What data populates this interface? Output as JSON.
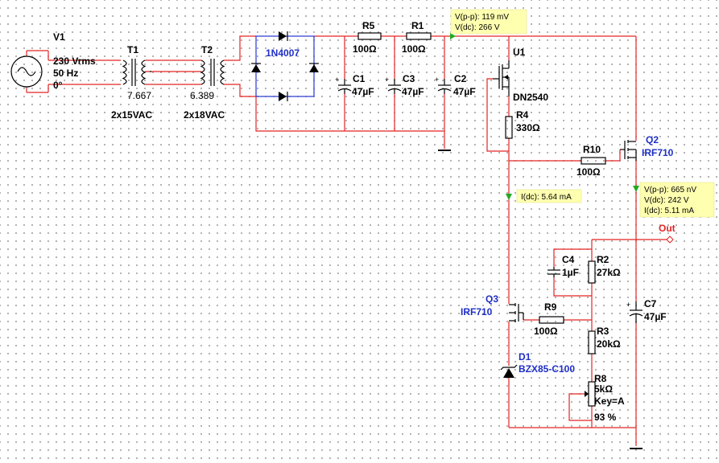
{
  "labels": {
    "v1": {
      "ref": "V1",
      "l1": "230 Vrms",
      "l2": "50 Hz",
      "l3": "0°"
    },
    "t1": {
      "ref": "T1",
      "ratio": "7.667",
      "desc": "2x15VAC"
    },
    "t2": {
      "ref": "T2",
      "ratio": "6.389",
      "desc": "2x18VAC"
    },
    "bridge": {
      "part": "1N4007"
    },
    "r5": {
      "ref": "R5",
      "val": "100Ω"
    },
    "r1": {
      "ref": "R1",
      "val": "100Ω"
    },
    "c1": {
      "ref": "C1",
      "val": "47µF"
    },
    "c3": {
      "ref": "C3",
      "val": "47µF"
    },
    "c2": {
      "ref": "C2",
      "val": "47µF"
    },
    "u1": {
      "ref": "U1",
      "part": "DN2540"
    },
    "r4": {
      "ref": "R4",
      "val": "330Ω"
    },
    "r10": {
      "ref": "R10",
      "val": "100Ω"
    },
    "q2": {
      "ref": "Q2",
      "part": "IRF710"
    },
    "c4": {
      "ref": "C4",
      "val": "1µF"
    },
    "r2": {
      "ref": "R2",
      "val": "27kΩ"
    },
    "q3": {
      "ref": "Q3",
      "part": "IRF710"
    },
    "r9": {
      "ref": "R9",
      "val": "100Ω"
    },
    "r3": {
      "ref": "R3",
      "val": "20kΩ"
    },
    "d1": {
      "ref": "D1",
      "part": "BZX85-C100"
    },
    "r8": {
      "ref": "R8",
      "val": "5kΩ",
      "key": "Key=A",
      "pct": "93 %"
    },
    "c7": {
      "ref": "C7",
      "val": "47µF"
    },
    "out": "Out"
  },
  "probes": {
    "p1": {
      "l1": "V(p-p): 119 mV",
      "l2": "V(dc): 266 V"
    },
    "p2": {
      "l1": "I(dc): 5.64 mA"
    },
    "p3": {
      "l1": "V(p-p): 665 nV",
      "l2": "V(dc): 242 V",
      "l3": "I(dc): 5.11 mA"
    }
  },
  "colors": {
    "wire": "#e32424",
    "component": "#000000",
    "bridge": "#2436d0",
    "probe_bg": "#ffffb0",
    "probe_arrow": "#22aa22"
  }
}
